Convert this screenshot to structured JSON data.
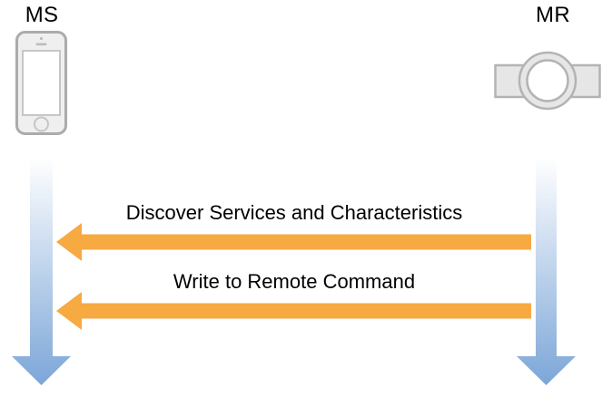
{
  "diagram": {
    "type": "sequence",
    "actors": [
      {
        "id": "ms",
        "label": "MS",
        "icon": "iphone-icon"
      },
      {
        "id": "mr",
        "label": "MR",
        "icon": "smartwatch-icon"
      }
    ],
    "messages": [
      {
        "label": "Discover Services and Characteristics",
        "from": "mr",
        "to": "ms",
        "direction": "right-to-left"
      },
      {
        "label": "Write to Remote Command",
        "from": "mr",
        "to": "ms",
        "direction": "right-to-left"
      }
    ],
    "colors": {
      "message_arrow": "#F7A942",
      "lifeline_gradient_top": "#FFFFFF",
      "lifeline_gradient_bottom": "#7CA6D8",
      "device_fill": "#EFEFEF",
      "device_stroke": "#ABABAB",
      "label_text": "#000000"
    }
  }
}
